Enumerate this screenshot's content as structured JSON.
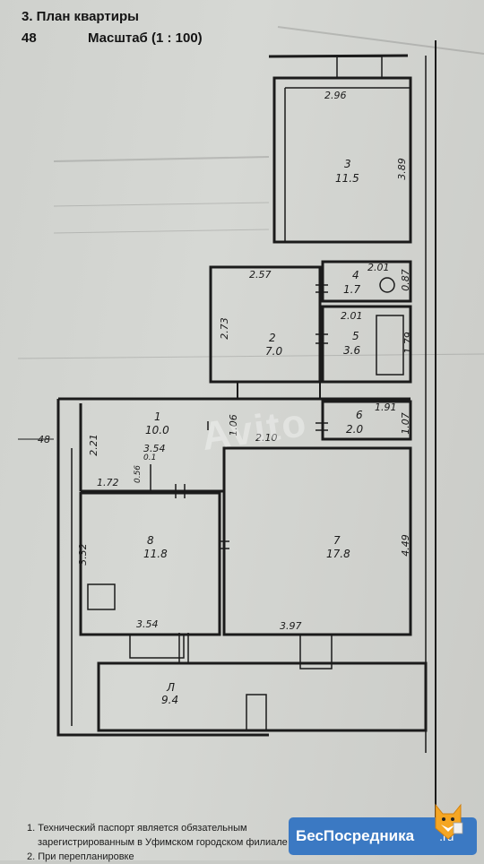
{
  "header": {
    "title": "3. План квартиры",
    "page_number": "48",
    "scale": "Масштаб (1 : 100)"
  },
  "rooms": [
    {
      "id": "r3",
      "number": "3",
      "area": "11.5",
      "width": "2.96",
      "height": "3.89"
    },
    {
      "id": "r4",
      "number": "4",
      "area": "1.7",
      "width": "2.01",
      "height": "0.87"
    },
    {
      "id": "r5",
      "number": "5",
      "area": "3.6",
      "width": "2.01",
      "height": "1.79"
    },
    {
      "id": "r2",
      "number": "2",
      "area": "7.0",
      "width": "2.57",
      "height": "2.73"
    },
    {
      "id": "r1",
      "number": "1",
      "area": "10.0",
      "width": "3.54",
      "height": "2.21",
      "extra1": "1.06",
      "extra2": "2.10",
      "extra3": "1.72",
      "extra4": "0.56",
      "extra5": "0.1"
    },
    {
      "id": "r6",
      "number": "6",
      "area": "2.0",
      "width": "1.91",
      "height": "1.07"
    },
    {
      "id": "r8",
      "number": "8",
      "area": "11.8",
      "width": "3.54",
      "height": "3.32"
    },
    {
      "id": "r7",
      "number": "7",
      "area": "17.8",
      "width": "3.97",
      "height": "4.49"
    },
    {
      "id": "rL",
      "number": "Л",
      "area": "9.4"
    }
  ],
  "outer_dim": "48",
  "notes": [
    "1. Технический паспорт является обязательным",
    "зарегистрированным в Уфимском городском филиале",
    "2. При перепланировке"
  ],
  "brand": {
    "name": "БесПосредника",
    "suffix": ".ru"
  },
  "watermark": "Avito",
  "colors": {
    "paper": "#cfd1cd",
    "ink": "#1b1b1b",
    "brand": "#3b79c3"
  }
}
